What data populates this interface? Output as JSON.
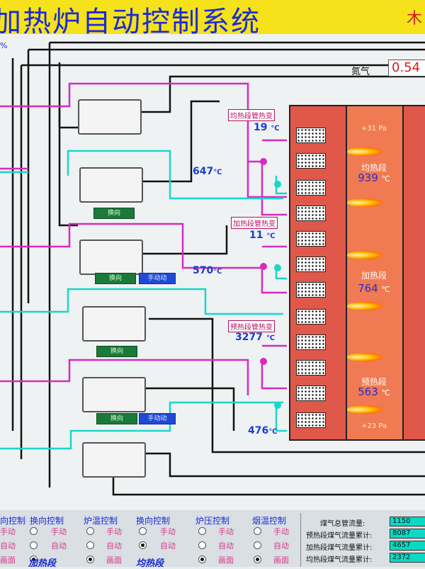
{
  "title": "加热炉自动控制系统",
  "title_right": "木",
  "corner_label": "%",
  "nitrogen": {
    "label": "氮气",
    "value": "0.54"
  },
  "pipe_tags": [
    "均热段管热变",
    "加热段管热变",
    "预热段管热变"
  ],
  "temps": {
    "soak_pipe": "19",
    "heat_pipe": "11",
    "pre_pipe": "3277",
    "valve1": "647",
    "valve2": "570",
    "valve3": "476",
    "unit": "℃"
  },
  "buttons": {
    "switch": "换向",
    "manual_adj": "手动动"
  },
  "furnace": {
    "top_pressure": "+31",
    "bottom_pressure": "+23",
    "pressure_unit": "Pa",
    "zones": [
      {
        "name": "均热段",
        "temp": "939",
        "unit": "℃"
      },
      {
        "name": "加热段",
        "temp": "764",
        "unit": "℃"
      },
      {
        "name": "预热段",
        "temp": "563",
        "unit": "℃"
      }
    ]
  },
  "controls": {
    "headers": [
      "向控制",
      "换向控制",
      "炉温控制",
      "换向控制",
      "炉压控制",
      "烟温控制"
    ],
    "options": [
      "手动",
      "自动",
      "画面"
    ],
    "sections": [
      "加热段",
      "均热段"
    ]
  },
  "flows": [
    {
      "label": "煤气总管流量:",
      "value": "1150"
    },
    {
      "label": "预热段煤气流量累计:",
      "value": "8087"
    },
    {
      "label": "加热段煤气流量累计:",
      "value": "4657"
    },
    {
      "label": "均热段煤气流量累计:",
      "value": "2372"
    }
  ]
}
